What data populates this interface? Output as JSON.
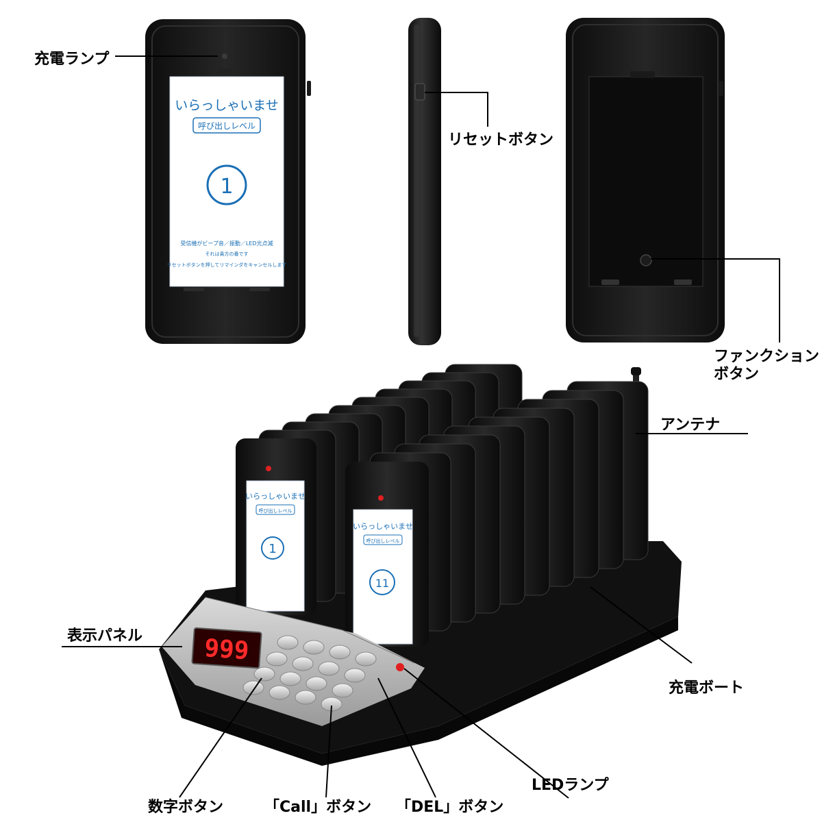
{
  "labels": {
    "charge_lamp": "充電ランプ",
    "reset_button": "リセットボタン",
    "function_button_line1": "ファンクション",
    "function_button_line2": "ボタン",
    "antenna": "アンテナ",
    "charge_port": "充電ボート",
    "display_panel": "表示パネル",
    "led_lamp": "LEDランプ",
    "number_button": "数字ボタン",
    "call_button": "「Call」ボタン",
    "del_button": "「DEL」ボタン"
  },
  "front_card": {
    "greeting": "いらっしゃいませ",
    "ribbon": "呼び出しレベル",
    "number": "1",
    "line1": "受信機がビープ音／振動／LED光点滅",
    "line2": "それは貴方の番です",
    "line3": "リセットボタンを押してリマインダをキャンセルします"
  },
  "pager_left": {
    "greeting": "いらっしゃいませ",
    "ribbon": "呼び出しレベル",
    "number": "1"
  },
  "pager_right": {
    "greeting": "いらっしゃいませ",
    "ribbon": "呼び出しレベル",
    "number": "11"
  },
  "display": {
    "digits": "999"
  },
  "colors": {
    "accent_blue": "#1a6fb5",
    "led_red": "#e02020",
    "device_black": "#151515"
  }
}
